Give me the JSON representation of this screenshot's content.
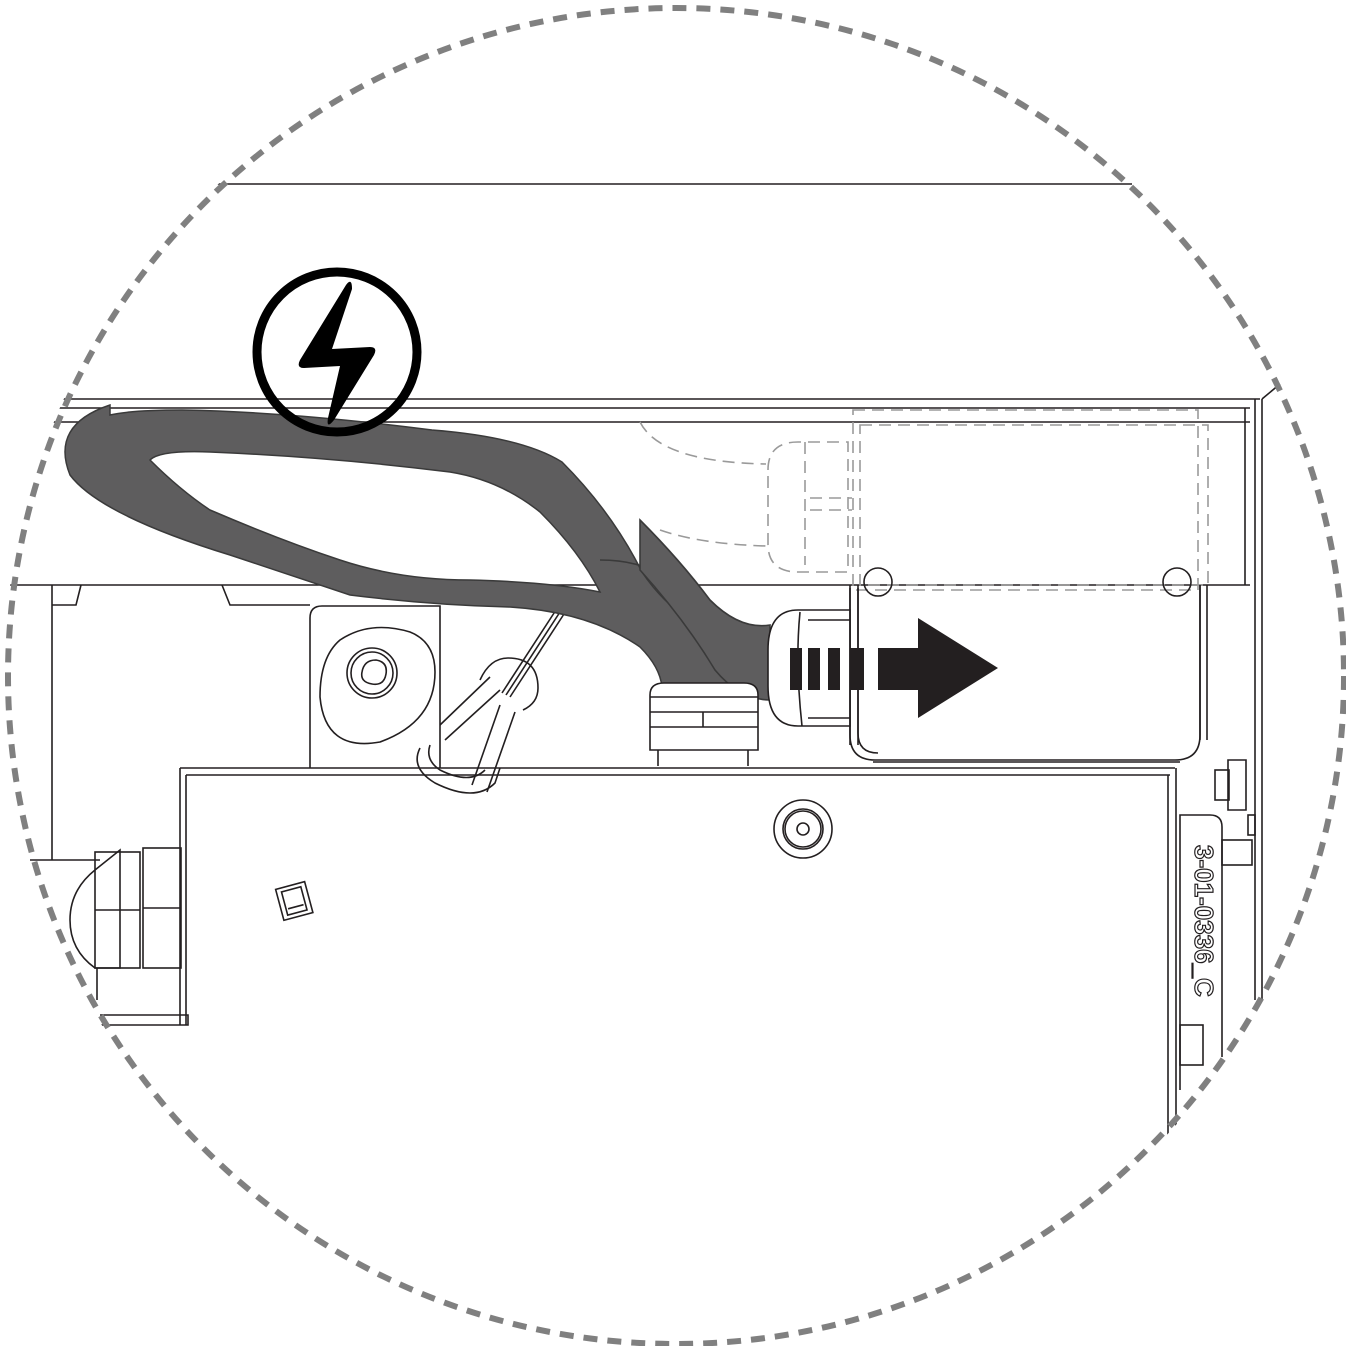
{
  "diagram": {
    "type": "hardware-service-detail-callout",
    "view": "circular-magnified-detail",
    "part_label": "3-01-0336_C",
    "callout_icon": "electrical-hazard-lightning-icon",
    "action_indicator": "pull-right-arrow",
    "colors": {
      "line": "#231f20",
      "cable_fill": "#5e5d5e",
      "hidden_line": "#9a9a9a",
      "border_dash": "#808080",
      "arrow_fill": "#231f20",
      "background": "#ffffff"
    },
    "components": [
      {
        "id": "power-cable",
        "description": "looped power cable"
      },
      {
        "id": "cable-connector",
        "description": "connector plug being pulled out"
      },
      {
        "id": "cable-gland",
        "description": "cable strain relief gland"
      },
      {
        "id": "carabiner-clip",
        "description": "cable retention hook"
      },
      {
        "id": "mounting-bracket",
        "description": "bracket with screw boss"
      },
      {
        "id": "hex-nut-stack",
        "description": "hex fittings on left"
      },
      {
        "id": "chassis-screw",
        "description": "round screw on chassis panel"
      },
      {
        "id": "hidden-receptacle",
        "description": "dashed outline of receptacle behind panel"
      }
    ]
  }
}
